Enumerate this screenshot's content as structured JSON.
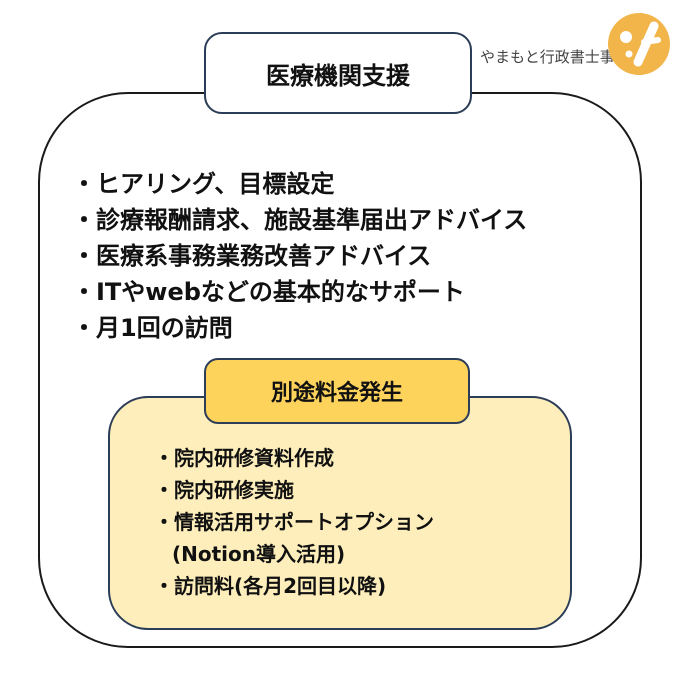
{
  "header": {
    "title": "医療機関支援",
    "firm_name": "やまもと行政書士事務所"
  },
  "services": [
    "・ヒアリング、目標設定",
    "・診療報酬請求、施設基準届出アドバイス",
    "・医療系事務業務改善アドバイス",
    "・ITやwebなどの基本的なサポート",
    "・月1回の訪問"
  ],
  "extra": {
    "title": "別途料金発生",
    "items": [
      "・院内研修資料作成",
      "・院内研修実施",
      "・情報活用サポートオプション",
      "(Notion導入活用)",
      "・訪問料(各月2回目以降)"
    ]
  },
  "colors": {
    "logo": "#f2b54a",
    "extra_title_bg": "#fdd35c",
    "extra_box_bg": "#fdeebb",
    "border": "#2b3d57"
  },
  "icons": {
    "logo": "firm-logo-icon"
  }
}
